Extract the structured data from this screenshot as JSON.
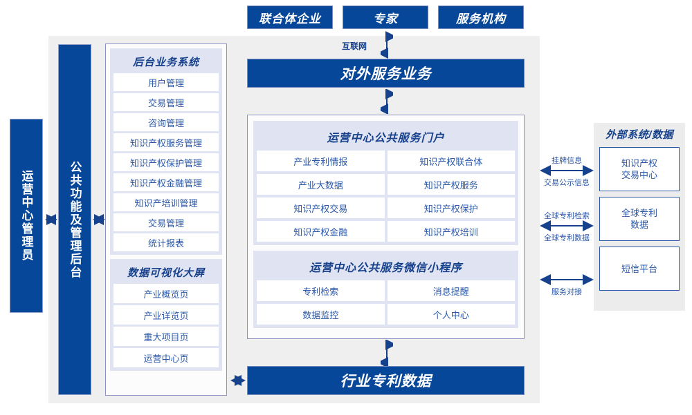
{
  "top_actors": [
    {
      "label": "联合体企业"
    },
    {
      "label": "专家"
    },
    {
      "label": "服务机构"
    }
  ],
  "network_label": "互联网",
  "service_bar": {
    "label": "对外服务业务"
  },
  "bottom_bar": {
    "label": "行业专利数据"
  },
  "left_columns": [
    {
      "label": "运营中心管理员"
    },
    {
      "label": "公共功能及管理后台"
    }
  ],
  "backend": {
    "title": "后台业务系统",
    "items": [
      {
        "label": "用户管理"
      },
      {
        "label": "交易管理"
      },
      {
        "label": "咨询管理"
      },
      {
        "label": "知识产权服务管理"
      },
      {
        "label": "知识产权保护管理"
      },
      {
        "label": "知识产权金融管理"
      },
      {
        "label": "知识产培训管理"
      },
      {
        "label": "交易管理"
      },
      {
        "label": "统计报表"
      }
    ]
  },
  "visualization": {
    "title": "数据可视化大屏",
    "items": [
      {
        "label": "产业概览页"
      },
      {
        "label": "产业详览页"
      },
      {
        "label": "重大项目页"
      },
      {
        "label": "运营中心页"
      }
    ]
  },
  "portal": {
    "title": "运营中心公共服务门户",
    "items": [
      {
        "label": "产业专利情报"
      },
      {
        "label": "知识产权联合体"
      },
      {
        "label": "产业大数据"
      },
      {
        "label": "知识产权服务"
      },
      {
        "label": "知识产权交易"
      },
      {
        "label": "知识产权保护"
      },
      {
        "label": "知识产权金融"
      },
      {
        "label": "知识产权培训"
      }
    ]
  },
  "miniprogram": {
    "title": "运营中心公共服务微信小程序",
    "items": [
      {
        "label": "专利检索"
      },
      {
        "label": "消息提醒"
      },
      {
        "label": "数据监控"
      },
      {
        "label": "个人中心"
      }
    ]
  },
  "external": {
    "title": "外部系统/数据",
    "items": [
      {
        "label": "知识产权\n交易中心"
      },
      {
        "label": "全球专利\n数据"
      },
      {
        "label": "短信平台"
      }
    ],
    "connectors": [
      {
        "above": "挂牌信息",
        "below": "交易公示信息"
      },
      {
        "above": "全球专利检索",
        "below": "全球专利数据"
      },
      {
        "above": "",
        "below": "服务对接"
      }
    ]
  },
  "colors": {
    "brand_blue": "#06479a",
    "text_blue": "#2a57a8",
    "title_blue": "#16418c",
    "panel_gray": "#efefef",
    "group_lavender": "#e0e3f2",
    "border_purple": "#8d90c2"
  }
}
